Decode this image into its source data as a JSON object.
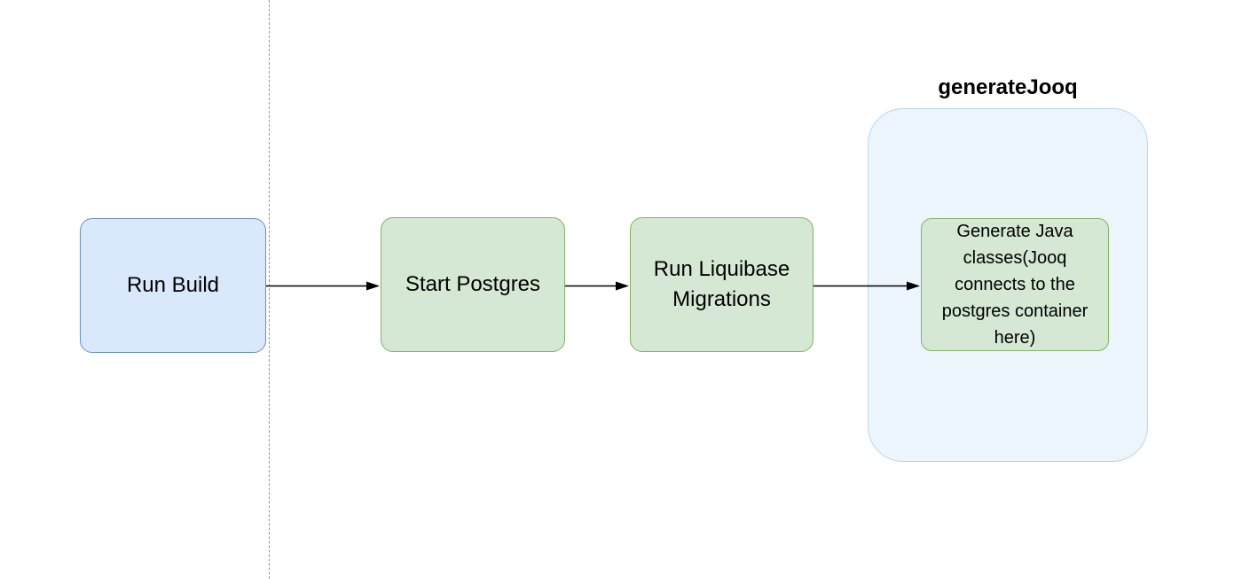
{
  "diagram": {
    "title": "generateJooq build pipeline flowchart",
    "background": "#ffffff",
    "divider": {
      "style": "dashed-vertical",
      "color": "#999999"
    },
    "nodes": {
      "run_build": {
        "label": "Run Build",
        "fill": "#dae8fc",
        "border": "#6c8ebf"
      },
      "start_postgres": {
        "label": "Start Postgres",
        "fill": "#d5e8d4",
        "border": "#82b366"
      },
      "run_liquibase": {
        "label": "Run Liquibase Migrations",
        "fill": "#d5e8d4",
        "border": "#82b366"
      },
      "generate_java": {
        "label": "Generate Java classes(Jooq connects to the postgres container here)",
        "fill": "#d5e8d4",
        "border": "#82b366"
      }
    },
    "group": {
      "label": "generateJooq",
      "fill": "#ecf5fc",
      "border": "#b9d7ec"
    },
    "connectors": {
      "color": "#000000",
      "edges": [
        {
          "from": "run_build",
          "to": "start_postgres"
        },
        {
          "from": "start_postgres",
          "to": "run_liquibase"
        },
        {
          "from": "run_liquibase",
          "to": "generate_java"
        }
      ]
    }
  }
}
